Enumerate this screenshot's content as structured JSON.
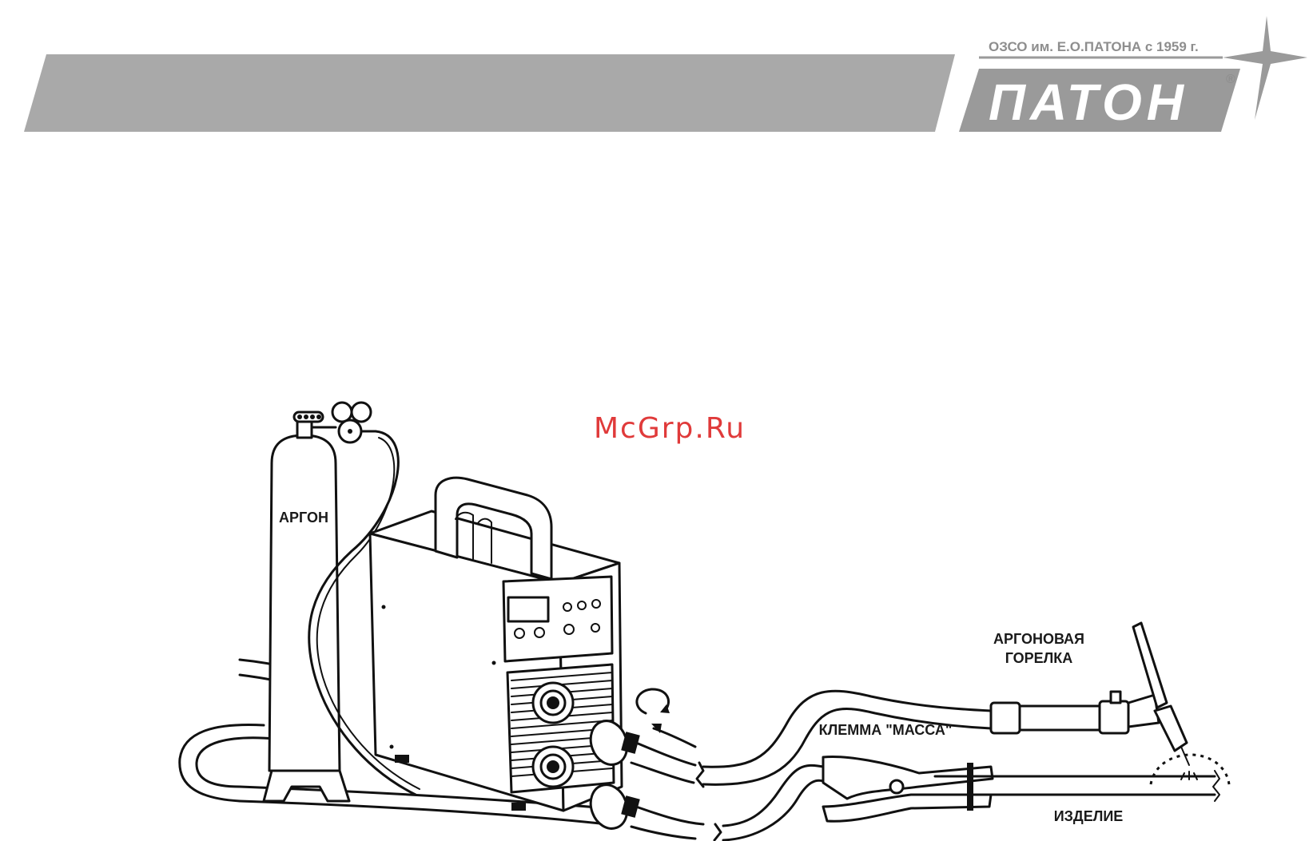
{
  "header": {
    "company_line": "ОЗСО им. Е.О.ПАТОНА с 1959 г.",
    "logo_text": "ПАТОН",
    "registered_mark": "®",
    "banner_color": "#a9a9a9",
    "logo_color": "#9a9a9a"
  },
  "watermark": {
    "text": "McGrp.Ru",
    "color": "#e03a3a"
  },
  "diagram": {
    "labels": {
      "argon_cylinder": "АРГОН",
      "torch_line1": "АРГОНОВАЯ",
      "torch_line2": "ГОРЕЛКА",
      "ground_clamp": "КЛЕММА \"МАССА\"",
      "workpiece": "ИЗДЕЛИЕ"
    }
  }
}
